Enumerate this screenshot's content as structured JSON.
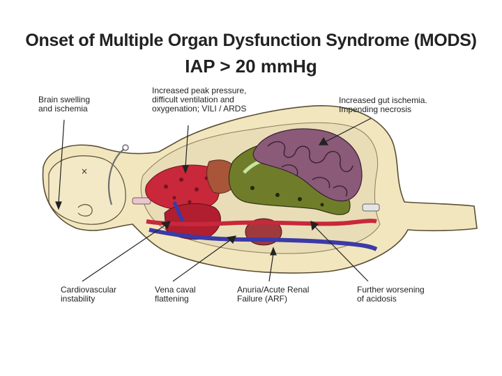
{
  "title": "Onset of Multiple Organ Dysfunction Syndrome (MODS)",
  "subtitle": "IAP > 20 mmHg",
  "labels": {
    "brain": [
      "Brain swelling",
      "and ischemia"
    ],
    "lungs": [
      "Increased peak pressure,",
      "difficult ventilation and",
      "oxygenation; VILI / ARDS"
    ],
    "gut": [
      "Increased gut ischemia.",
      "Impending necrosis"
    ],
    "cardio": [
      "Cardiovascular",
      "instability"
    ],
    "vena": [
      "Vena caval",
      "flattening"
    ],
    "renal": [
      "Anuria/Acute Renal",
      "Failure (ARF)"
    ],
    "acidosis": [
      "Further worsening",
      "of acidosis"
    ]
  }
}
